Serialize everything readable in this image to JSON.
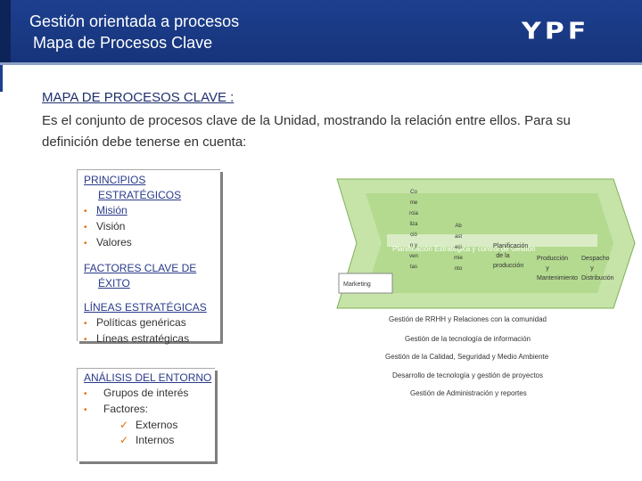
{
  "header": {
    "line1": "Gestión orientada a procesos",
    "line2": "Mapa de Procesos Clave",
    "logo": "YPF"
  },
  "intro": {
    "heading": "MAPA DE PROCESOS CLAVE :",
    "text": "Es el conjunto de procesos clave de la Unidad, mostrando la relación entre ellos. Para su definición debe tenerse en cuenta:"
  },
  "principios": {
    "title_line1": "PRINCIPIOS",
    "title_line2": "ESTRATÉGICOS",
    "items": [
      "Misión",
      "Visión",
      "Valores"
    ]
  },
  "factores": {
    "title_line1": "FACTORES CLAVE DE",
    "title_line2": "ÉXITO"
  },
  "lineas": {
    "title": "LÍNEAS ESTRATÉGICAS",
    "items": [
      "Políticas genéricas",
      "Líneas estratégicas"
    ]
  },
  "analisis": {
    "title": "ANÁLISIS DEL ENTORNO",
    "items": [
      "Grupos de interés",
      "Factores:"
    ],
    "sub_items": [
      "Externos",
      "Internos"
    ]
  },
  "map": {
    "band_label": "Planificación Estratégica y control de Gestión",
    "marketing": "Marketing",
    "vert_comercial": "Comercialización y ventas",
    "vert_abast": "Abastecimiento",
    "col_plan": "Planificación de la producción",
    "col_prod": "Producción y Mantenimiento",
    "col_desp": "Despacho y Distribución",
    "support": [
      "Gestión de RRHH y Relaciones con la comunidad",
      "Gestión de la tecnología de información",
      "Gestión de la Calidad, Seguridad y Medio Ambiente",
      "Desarrollo de tecnología y gestión de proyectos",
      "Gestión de Administración y reportes"
    ]
  },
  "colors": {
    "header_blue": "#1d3f8f",
    "arrow_green": "#c6e3a8",
    "bullet_orange": "#e46c0a"
  }
}
